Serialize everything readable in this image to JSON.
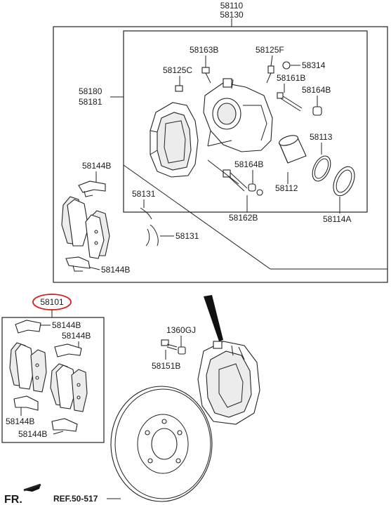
{
  "labels": {
    "assy_top": "58110",
    "assy_top2": "58130",
    "p58163B": "58163B",
    "p58125F": "58125F",
    "p58314": "58314",
    "p58125C": "58125C",
    "p58161B": "58161B",
    "p58164B_a": "58164B",
    "p58180": "58180",
    "p58181": "58181",
    "p58113": "58113",
    "p58164B_b": "58164B",
    "p58144B_top": "58144B",
    "p58112": "58112",
    "p58131_a": "58131",
    "p58162B": "58162B",
    "p58114A": "58114A",
    "p58131_b": "58131",
    "p58144B_mid": "58144B",
    "p58101": "58101",
    "p58144B_k1": "58144B",
    "p58144B_k2": "58144B",
    "p1360GJ": "1360GJ",
    "p58151B": "58151B",
    "p58144B_k3": "58144B",
    "p58144B_k4": "58144B",
    "ref": "REF.50-517",
    "fr": "FR."
  },
  "colors": {
    "line": "#222222",
    "highlight_oval": "#d32020",
    "background": "#ffffff"
  }
}
